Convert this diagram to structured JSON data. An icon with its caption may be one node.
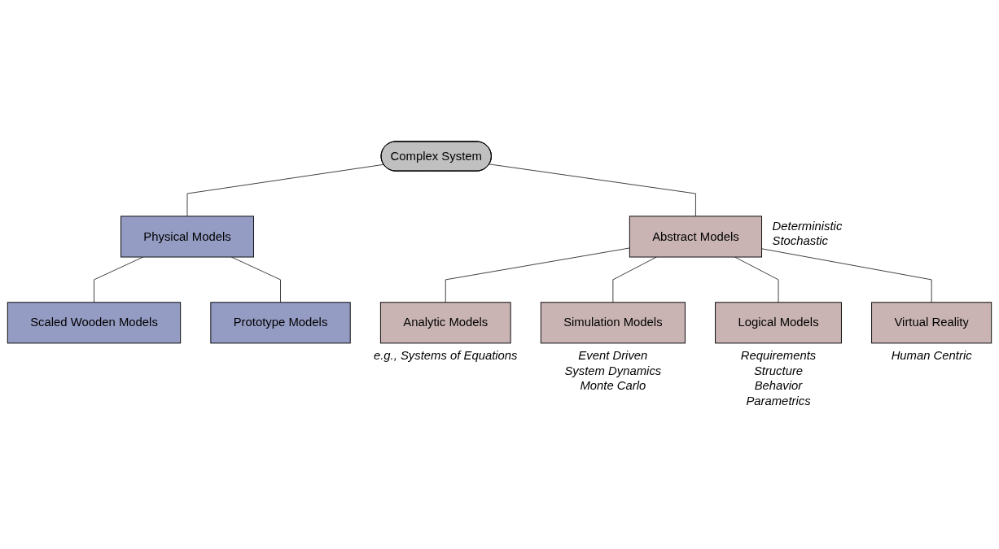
{
  "diagram": {
    "nodes": [
      {
        "text": [
          "Complex System"
        ]
      },
      {
        "text": [
          "Physical Models"
        ]
      },
      {
        "text": [
          "Abstract Models"
        ],
        "beside": [
          "Deterministic",
          "Stochastic"
        ]
      },
      {
        "text": [
          "Scaled Wooden Models"
        ]
      },
      {
        "text": [
          "Prototype Models"
        ]
      },
      {
        "text": [
          "Analytic Models"
        ],
        "beside": [
          "e.g., Systems of Equations"
        ]
      },
      {
        "text": [
          "Simulation Models"
        ],
        "beside": [
          "Event Driven",
          "System Dynamics",
          "Monte Carlo"
        ]
      },
      {
        "text": [
          "Logical Models"
        ],
        "beside": [
          "Requirements",
          "Structure",
          "Behavior",
          "Parametrics"
        ]
      },
      {
        "text": [
          "Virtual Reality"
        ],
        "beside": [
          "Human Centric"
        ]
      }
    ],
    "edges": [
      {
        "from": 0,
        "to": 1,
        "arrow": "none"
      },
      {
        "from": 0,
        "to": 2,
        "arrow": "none"
      },
      {
        "from": 1,
        "to": 3,
        "arrow": "none"
      },
      {
        "from": 1,
        "to": 4,
        "arrow": "none"
      },
      {
        "from": 2,
        "to": 5,
        "arrow": "none"
      },
      {
        "from": 2,
        "to": 6,
        "arrow": "none"
      },
      {
        "from": 2,
        "to": 7,
        "arrow": "none"
      },
      {
        "from": 2,
        "to": 8,
        "arrow": "none"
      }
    ]
  }
}
